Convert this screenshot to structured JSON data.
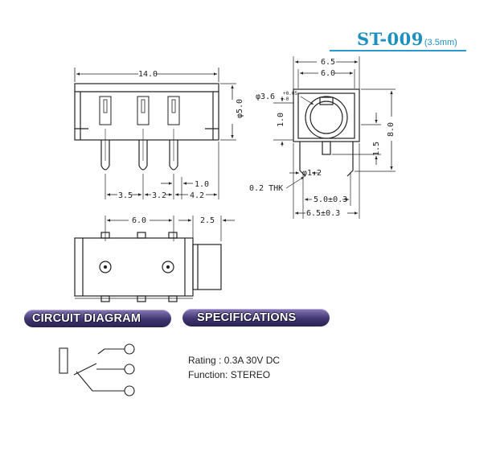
{
  "title": {
    "model": "ST-009",
    "size": "(3.5mm)"
  },
  "sections": {
    "circuit": "CIRCUIT DIAGRAM",
    "specs": "SPECIFICATIONS"
  },
  "specifications": {
    "rating": "Rating : 0.3A 30V DC",
    "function": "Function: STEREO"
  },
  "dimensions": {
    "front_width": "14.0",
    "front_height": "φ5.0",
    "pin_pitch_1": "3.5",
    "pin_pitch_2": "3.2",
    "pin_pitch_3": "4.2",
    "pin_width": "1.0",
    "top_pitch": "6.0",
    "top_overhang": "2.5",
    "side_outer": "6.5",
    "side_inner": "6.0",
    "bore_main": "φ3.6",
    "bore_tol_plus": "+0.05",
    "bore_tol_minus": "-0",
    "side_offset": "1.0",
    "side_height": "8.0",
    "side_pin": "1.5",
    "pin_dia": "φ1.2",
    "thickness": "0.2 THK",
    "pin_span": "5.0±0.3",
    "total_span": "6.5±0.3"
  }
}
